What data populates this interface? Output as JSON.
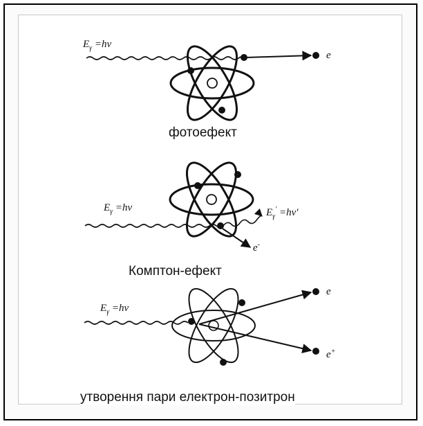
{
  "panels": [
    {
      "caption": "фотоефект",
      "photon_label": {
        "base": "E",
        "sub": "γ",
        "eq": " =hν"
      },
      "outputs": [
        {
          "base": "e",
          "sup": ""
        }
      ]
    },
    {
      "caption": "Комптон-ефект",
      "photon_label": {
        "base": "E",
        "sub": "γ",
        "eq": " =hν"
      },
      "scattered_label": {
        "base": "E",
        "sub": "γ",
        "sup": "'",
        "eq": " =hν'"
      },
      "outputs": [
        {
          "base": "e",
          "sup": "-"
        }
      ]
    },
    {
      "caption": "утворення пари електрон-позитрон",
      "photon_label": {
        "base": "E",
        "sub": "γ",
        "eq": " =hν"
      },
      "outputs": [
        {
          "base": "e",
          "sup": ""
        },
        {
          "base": "e",
          "sup": "+"
        }
      ]
    }
  ],
  "colors": {
    "line": "#111111",
    "frame": "#000000",
    "background": "#ffffff"
  }
}
